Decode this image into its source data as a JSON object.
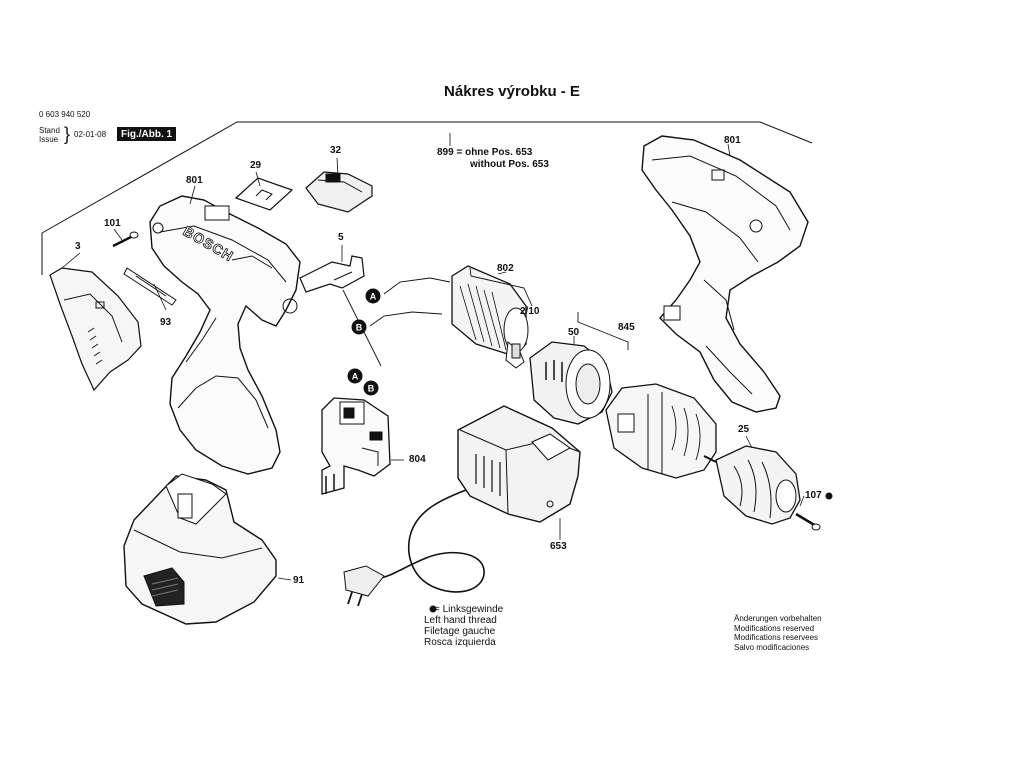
{
  "title": "Nákres výrobku - E",
  "header": {
    "part_number": "0 603 940 520",
    "stand_label": "Stand",
    "issue_label": "Issue",
    "date": "02-01-08",
    "fig_label": "Fig./Abb. 1"
  },
  "note_899": {
    "line1": "899 = ohne Pos. 653",
    "line2": "without Pos. 653"
  },
  "labels": {
    "p3": "3",
    "p101": "101",
    "p93": "93",
    "p801_left": "801",
    "p29": "29",
    "p32": "32",
    "p5": "5",
    "p802": "802",
    "p2_10": "2/10",
    "p50": "50",
    "p845": "845",
    "p801_right": "801",
    "p25": "25",
    "p107": "107",
    "p804": "804",
    "p653": "653",
    "p91": "91",
    "wire_a1": "A",
    "wire_b1": "B",
    "wire_a2": "A",
    "wire_b2": "B"
  },
  "legend": {
    "line1": "= Linksgewinde",
    "line2": "Left hand thread",
    "line3": "Filetage gauche",
    "line4": "Rosca izquierda"
  },
  "modifications": {
    "line1": "Änderungen vorbehalten",
    "line2": "Modifications reserved",
    "line3": "Modifications reservees",
    "line4": "Salvo modificaciones"
  },
  "housing_brand": "BOSCH"
}
